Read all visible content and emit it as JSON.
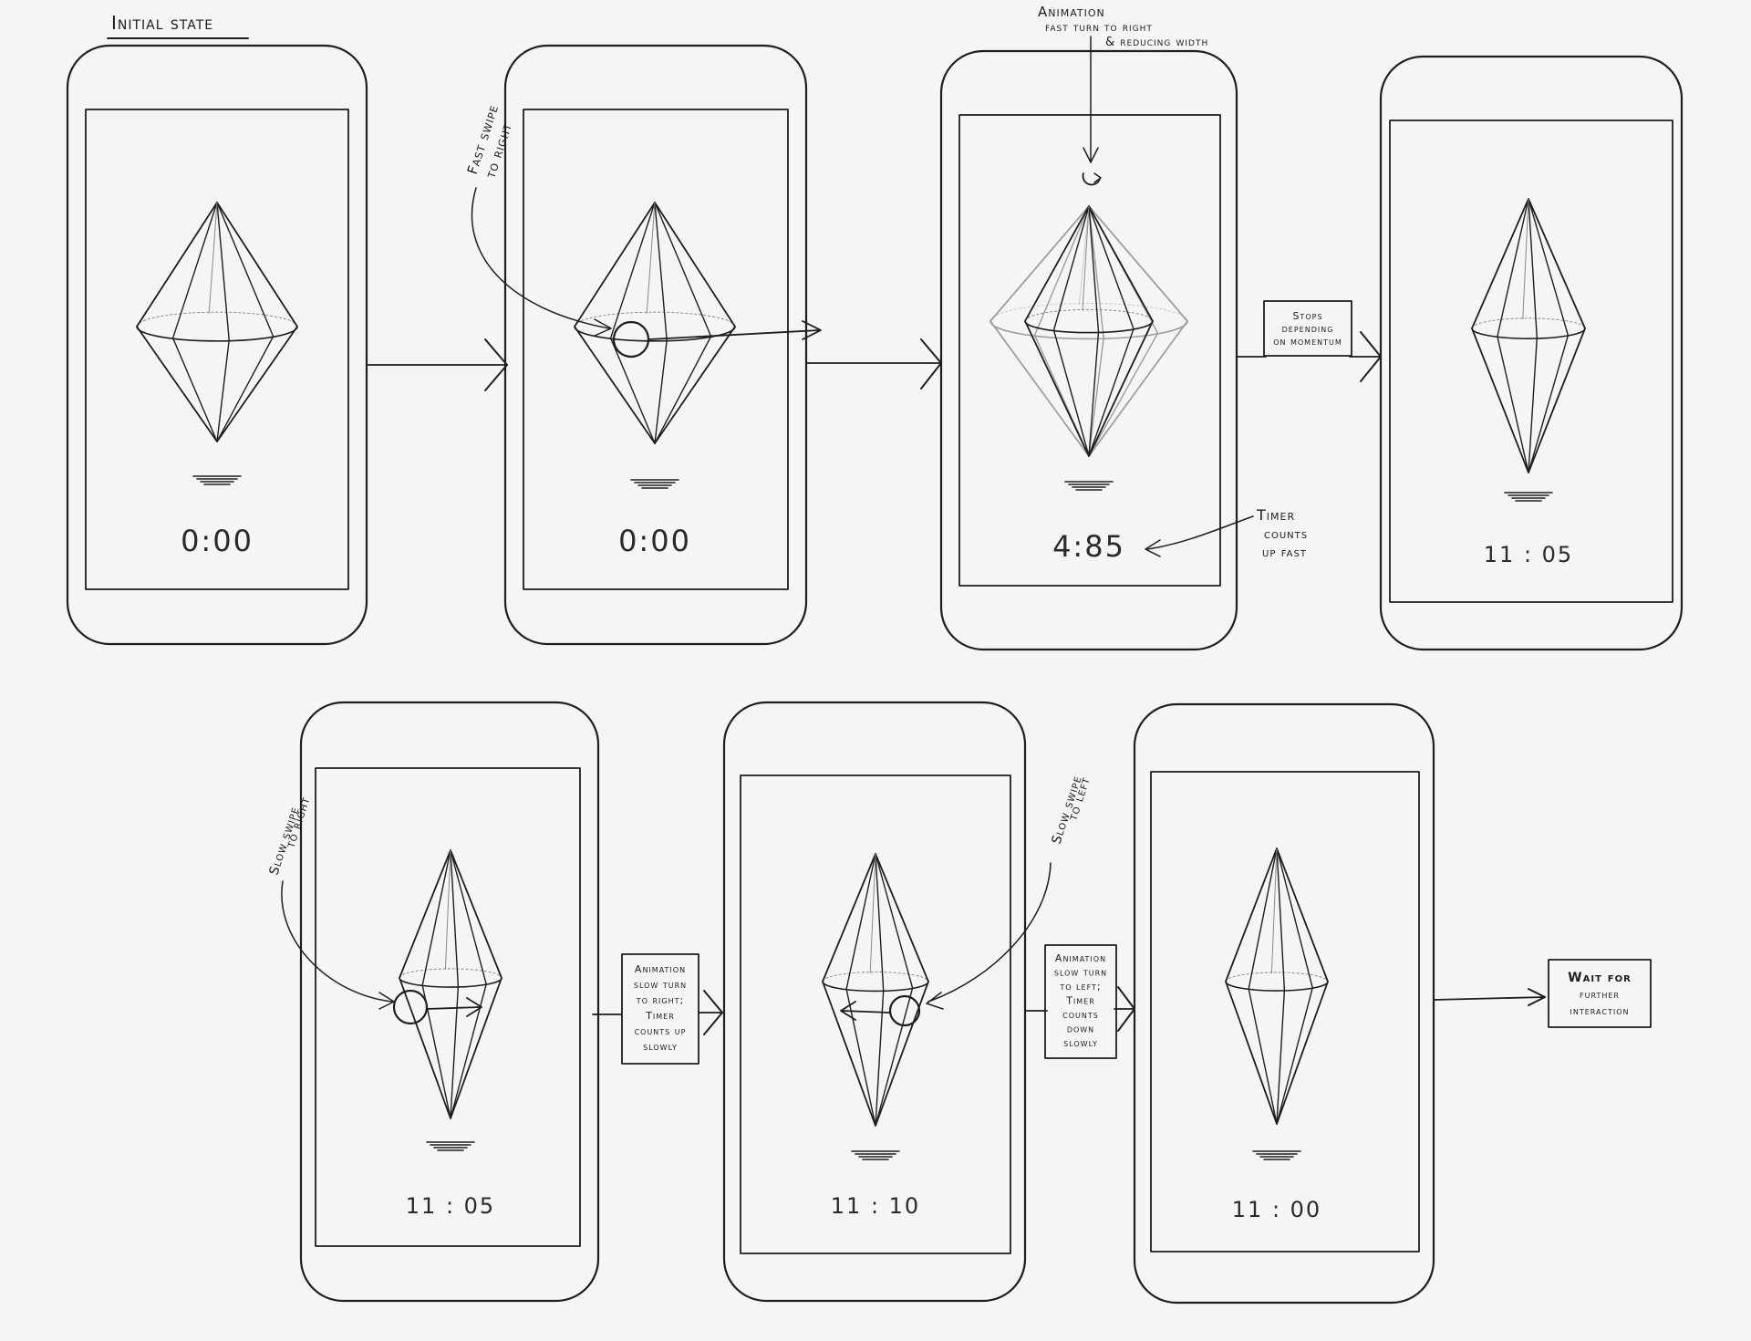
{
  "title": "Initial state",
  "colors": {
    "ink": "#1e1e1e",
    "paper": "#f5f5f4",
    "screen": "#f7f7f6"
  },
  "phones": [
    {
      "id": "p1",
      "timer": "0:00"
    },
    {
      "id": "p2",
      "timer": "0:00"
    },
    {
      "id": "p3",
      "timer": "4:85"
    },
    {
      "id": "p4",
      "timer": "11 : 05"
    },
    {
      "id": "p5",
      "timer": "11 : 05"
    },
    {
      "id": "p6",
      "timer": "11 : 10"
    },
    {
      "id": "p7",
      "timer": "11 : 00"
    }
  ],
  "annotations": {
    "fast_swipe": [
      "Fast swipe",
      "to right"
    ],
    "animation_fast": [
      "Animation",
      "fast turn to right",
      "& reducing width"
    ],
    "timer_counts": [
      "Timer",
      "counts",
      "up fast"
    ],
    "slow_swipe_right": [
      "Slow swipe",
      "to right"
    ],
    "slow_swipe_left": [
      "Slow swipe",
      "to left"
    ]
  },
  "boxes": {
    "stops": [
      "Stops",
      "depending",
      "on momentum"
    ],
    "slow_right": [
      "Animation",
      "slow turn",
      "to right;",
      "Timer",
      "counts up",
      "slowly"
    ],
    "slow_left": [
      "Animation",
      "slow turn",
      "to left;",
      "Timer",
      "counts",
      "down",
      "slowly"
    ],
    "wait": [
      "Wait for",
      "further",
      "interaction"
    ]
  }
}
